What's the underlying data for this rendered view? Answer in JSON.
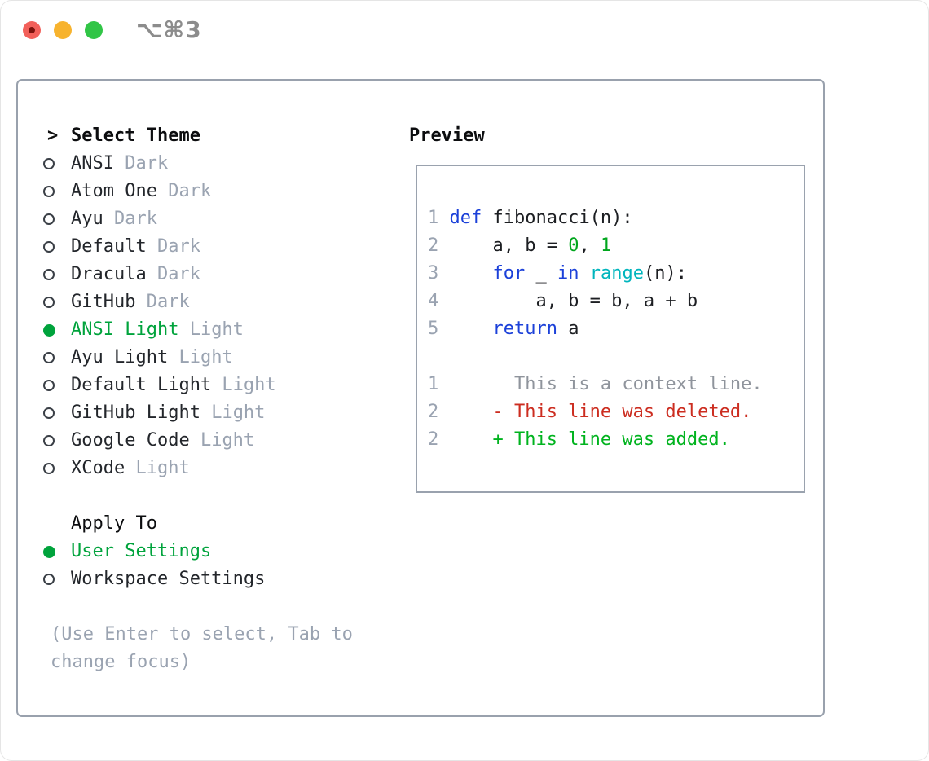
{
  "window": {
    "title": "⌥⌘3"
  },
  "traffic_lights": {
    "close": "#f2605a",
    "close_dot": "#7c130d",
    "minimize": "#f7b32e",
    "zoom": "#31c546"
  },
  "theme_panel": {
    "prompt": ">",
    "title": "Select Theme",
    "items": [
      {
        "name": "ANSI",
        "variant": "Dark",
        "selected": false
      },
      {
        "name": "Atom One",
        "variant": "Dark",
        "selected": false
      },
      {
        "name": "Ayu",
        "variant": "Dark",
        "selected": false
      },
      {
        "name": "Default",
        "variant": "Dark",
        "selected": false
      },
      {
        "name": "Dracula",
        "variant": "Dark",
        "selected": false
      },
      {
        "name": "GitHub",
        "variant": "Dark",
        "selected": false
      },
      {
        "name": "ANSI Light",
        "variant": "Light",
        "selected": true
      },
      {
        "name": "Ayu Light",
        "variant": "Light",
        "selected": false
      },
      {
        "name": "Default Light",
        "variant": "Light",
        "selected": false
      },
      {
        "name": "GitHub Light",
        "variant": "Light",
        "selected": false
      },
      {
        "name": "Google Code",
        "variant": "Light",
        "selected": false
      },
      {
        "name": "XCode",
        "variant": "Light",
        "selected": false
      }
    ]
  },
  "apply_panel": {
    "title": "Apply To",
    "options": [
      {
        "label": "User Settings",
        "selected": true
      },
      {
        "label": "Workspace Settings",
        "selected": false
      }
    ]
  },
  "help_text": [
    "(Use Enter to select, Tab to",
    "change focus)"
  ],
  "preview": {
    "title": "Preview",
    "code_lines": [
      {
        "num": "1",
        "tokens": [
          {
            "t": "def",
            "c": "keyword"
          },
          {
            "t": " fibonacci(n):",
            "c": "plain"
          }
        ]
      },
      {
        "num": "2",
        "tokens": [
          {
            "t": "    a, b = ",
            "c": "plain"
          },
          {
            "t": "0",
            "c": "number"
          },
          {
            "t": ", ",
            "c": "plain"
          },
          {
            "t": "1",
            "c": "number"
          }
        ]
      },
      {
        "num": "3",
        "tokens": [
          {
            "t": "    ",
            "c": "plain"
          },
          {
            "t": "for",
            "c": "keyword"
          },
          {
            "t": " _ ",
            "c": "plain"
          },
          {
            "t": "in",
            "c": "keyword"
          },
          {
            "t": " ",
            "c": "plain"
          },
          {
            "t": "range",
            "c": "builtin"
          },
          {
            "t": "(n):",
            "c": "plain"
          }
        ]
      },
      {
        "num": "4",
        "tokens": [
          {
            "t": "        a, b = b, a + b",
            "c": "plain"
          }
        ]
      },
      {
        "num": "5",
        "tokens": [
          {
            "t": "    ",
            "c": "plain"
          },
          {
            "t": "return",
            "c": "keyword"
          },
          {
            "t": " a",
            "c": "plain"
          }
        ]
      },
      {
        "num": "",
        "tokens": []
      },
      {
        "num": "1",
        "tokens": [
          {
            "t": "      This is a context line.",
            "c": "context"
          }
        ]
      },
      {
        "num": "2",
        "tokens": [
          {
            "t": "    - This line was deleted.",
            "c": "deleted"
          }
        ]
      },
      {
        "num": "2",
        "tokens": [
          {
            "t": "    + This line was added.",
            "c": "added"
          }
        ]
      }
    ]
  },
  "colors": {
    "accent_green": "#00a33c",
    "keyword_blue": "#1c41d9",
    "builtin_cyan": "#00b5bd",
    "number_green": "#00a61d",
    "diff_added": "#00b31e",
    "diff_deleted": "#cc2d20",
    "muted_gray": "#9aa3b1",
    "context_gray": "#8f949c",
    "text_dark": "#23262b",
    "panel_border": "#99a1ad",
    "box_border": "#9aa2ae",
    "title_gray": "#8c8c8c"
  }
}
